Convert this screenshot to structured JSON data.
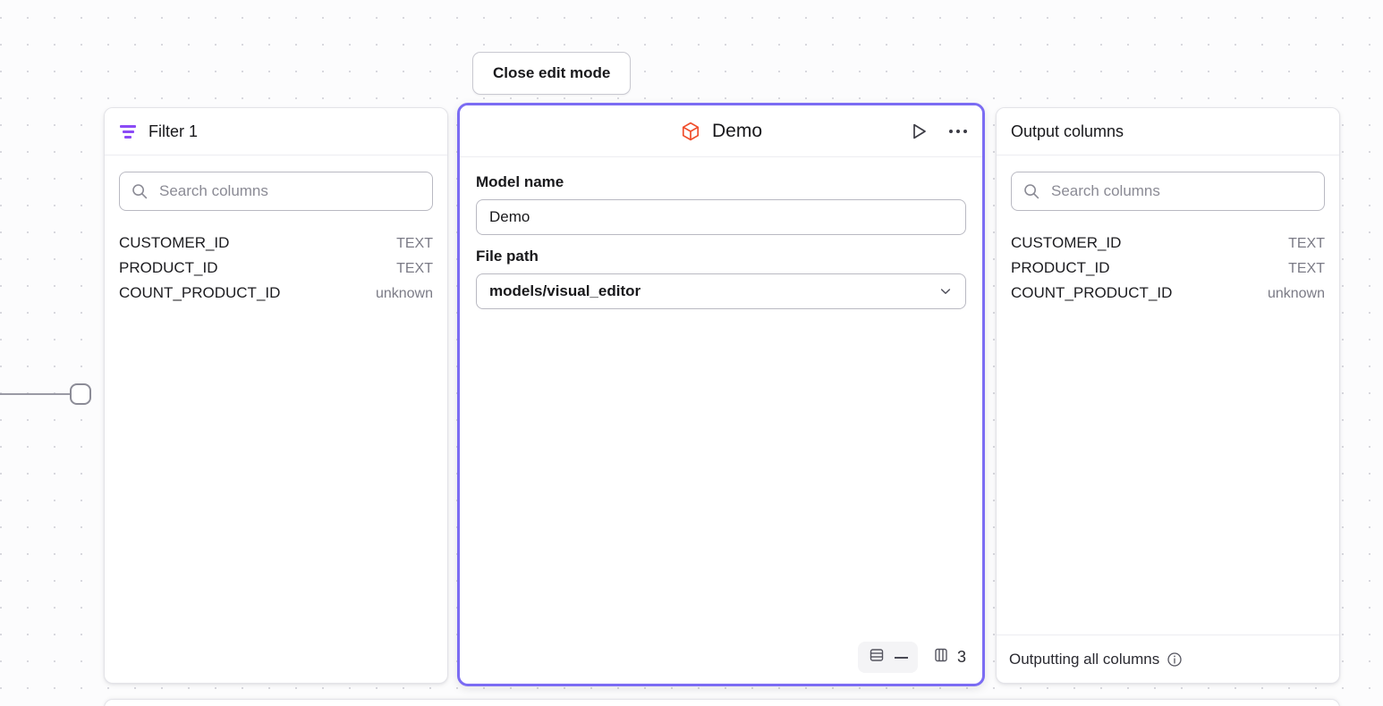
{
  "toolbar": {
    "close_edit_mode_label": "Close edit mode"
  },
  "canvas": {
    "edge_handle_name": "connection-handle"
  },
  "filter_panel": {
    "title": "Filter 1",
    "icon": "filter-icon",
    "search": {
      "placeholder": "Search columns",
      "value": "",
      "icon": "search-icon"
    },
    "columns": [
      {
        "name": "CUSTOMER_ID",
        "type": "TEXT"
      },
      {
        "name": "PRODUCT_ID",
        "type": "TEXT"
      },
      {
        "name": "COUNT_PRODUCT_ID",
        "type": "unknown"
      }
    ]
  },
  "demo_panel": {
    "title": "Demo",
    "icon": "cube-icon",
    "accent_color": "#7b6cf3",
    "cube_color": "#f04e2c",
    "actions": [
      {
        "name": "run-button",
        "icon": "play-icon"
      },
      {
        "name": "more-options-button",
        "icon": "ellipsis-icon"
      }
    ],
    "fields": [
      {
        "label": "Model name",
        "value": "Demo",
        "control": "text-input"
      },
      {
        "label": "File path",
        "value": "models/visual_editor",
        "control": "select-input"
      }
    ],
    "footer": {
      "rows_icon": "rows-icon",
      "rows_value": "—",
      "columns_icon": "columns-icon",
      "columns_count": "3"
    }
  },
  "output_panel": {
    "title": "Output columns",
    "search": {
      "placeholder": "Search columns",
      "value": "",
      "icon": "search-icon"
    },
    "columns": [
      {
        "name": "CUSTOMER_ID",
        "type": "TEXT"
      },
      {
        "name": "PRODUCT_ID",
        "type": "TEXT"
      },
      {
        "name": "COUNT_PRODUCT_ID",
        "type": "unknown"
      }
    ],
    "footer": {
      "text": "Outputting all columns",
      "icon": "info-icon"
    }
  }
}
